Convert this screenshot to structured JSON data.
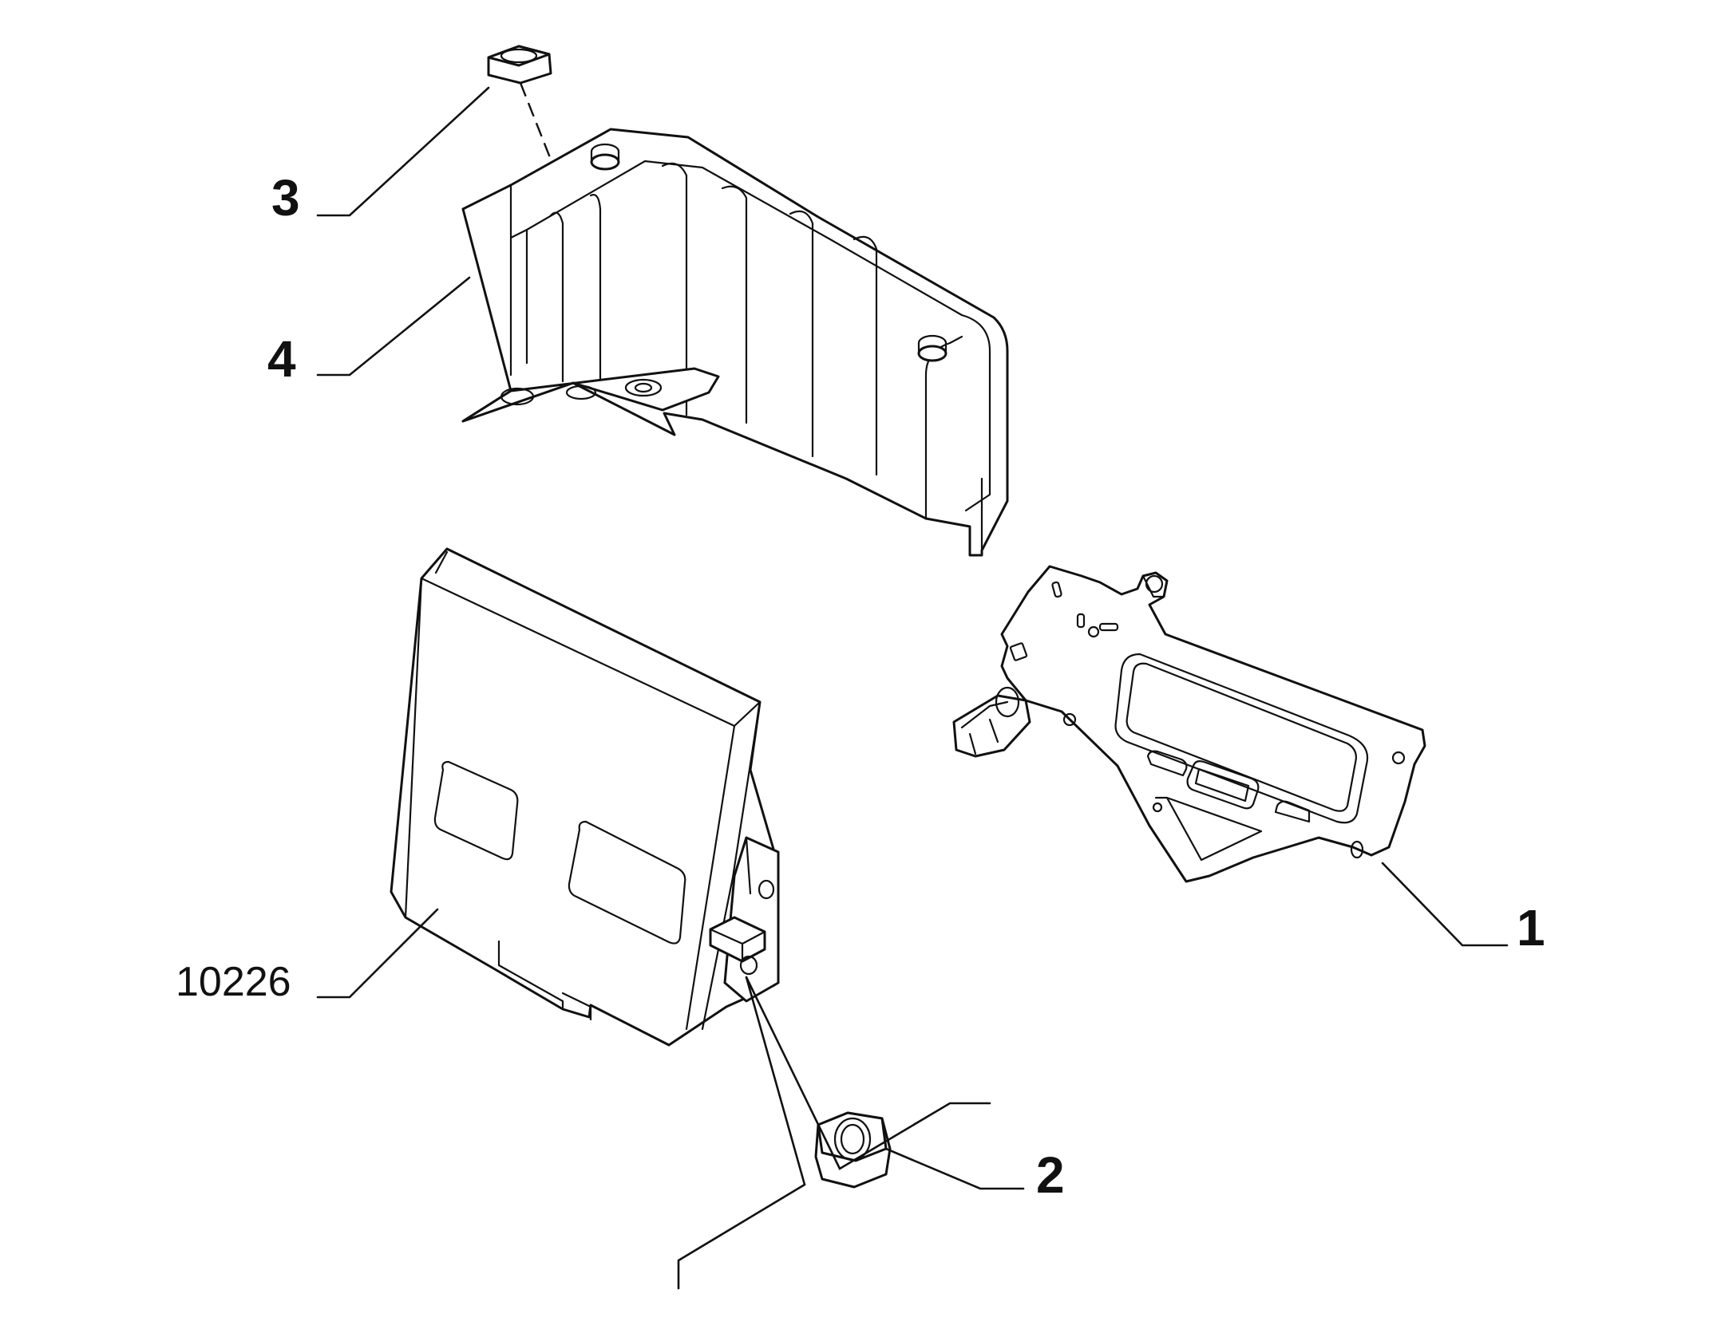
{
  "callouts": [
    {
      "id": "1",
      "text": "1"
    },
    {
      "id": "2",
      "text": "2"
    },
    {
      "id": "3",
      "text": "3"
    },
    {
      "id": "4",
      "text": "4"
    },
    {
      "id": "10226",
      "text": "10226"
    }
  ]
}
